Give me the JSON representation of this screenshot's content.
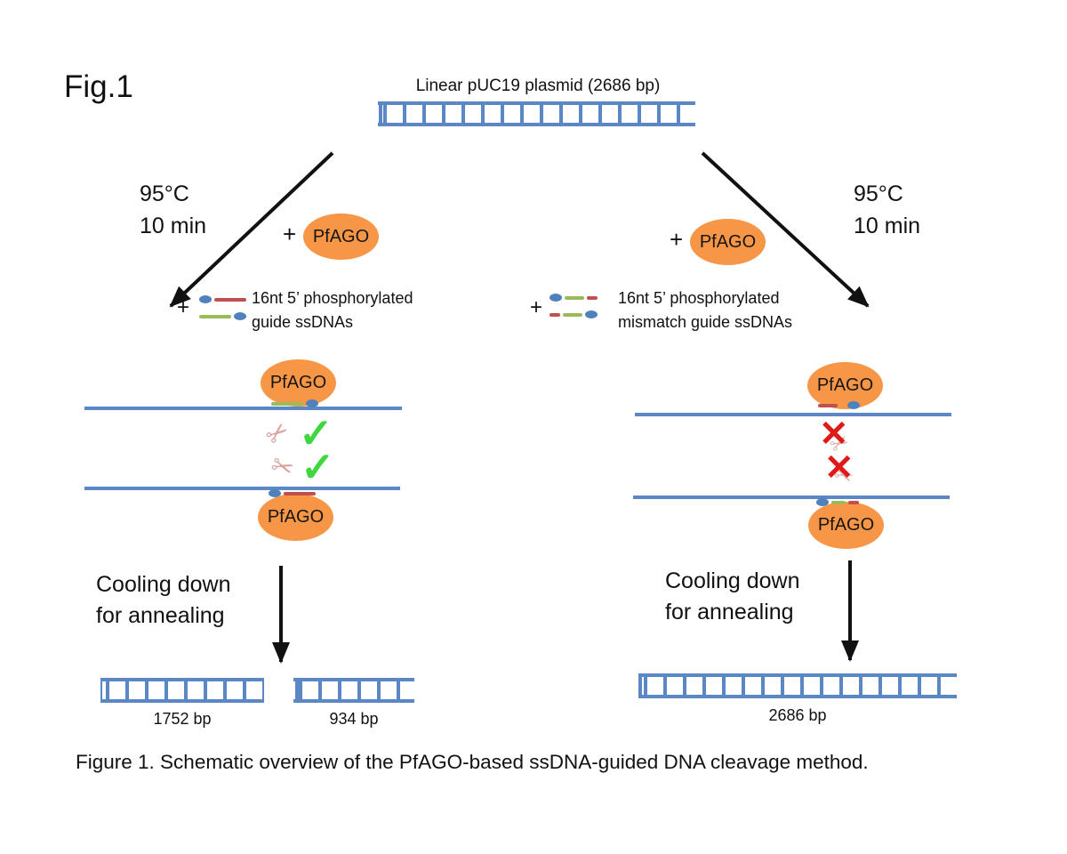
{
  "figure": {
    "label": "Fig.1",
    "caption": "Figure 1. Schematic overview of the PfAGO-based ssDNA-guided DNA cleavage method."
  },
  "plasmid": {
    "label": "Linear pUC19 plasmid (2686 bp)"
  },
  "left_pathway": {
    "condition": {
      "temp": "95°C",
      "time": "10 min"
    },
    "pfago_plus": "+",
    "pfago_label": "PfAGO",
    "guides_plus": "+",
    "guides_line1": "16nt 5’ phosphorylated",
    "guides_line2": "guide ssDNAs",
    "complex_top_label": "PfAGO",
    "complex_bottom_label": "PfAGO",
    "cooling_line1": "Cooling down",
    "cooling_line2": "for annealing",
    "product1": "1752 bp",
    "product2": "934 bp"
  },
  "right_pathway": {
    "condition": {
      "temp": "95°C",
      "time": "10 min"
    },
    "pfago_plus": "+",
    "pfago_label": "PfAGO",
    "guides_plus": "+",
    "guides_line1": "16nt 5’ phosphorylated",
    "guides_line2": "mismatch guide ssDNAs",
    "complex_top_label": "PfAGO",
    "complex_bottom_label": "PfAGO",
    "cooling_line1": "Cooling down",
    "cooling_line2": "for annealing",
    "product": "2686 bp"
  },
  "icons": {
    "scissors": "✂",
    "check": "✓",
    "cross": "✕"
  },
  "colors": {
    "dna-blue": "#5b87c5",
    "pfago-orange": "#f79646",
    "guide-red": "#c0504d",
    "guide-green": "#9bbb59",
    "guide-blue": "#4f81bd",
    "check-green": "#3fd63f",
    "cross-red": "#e01919",
    "scissors-pink": "#d9a3a3",
    "ink": "#111111"
  }
}
